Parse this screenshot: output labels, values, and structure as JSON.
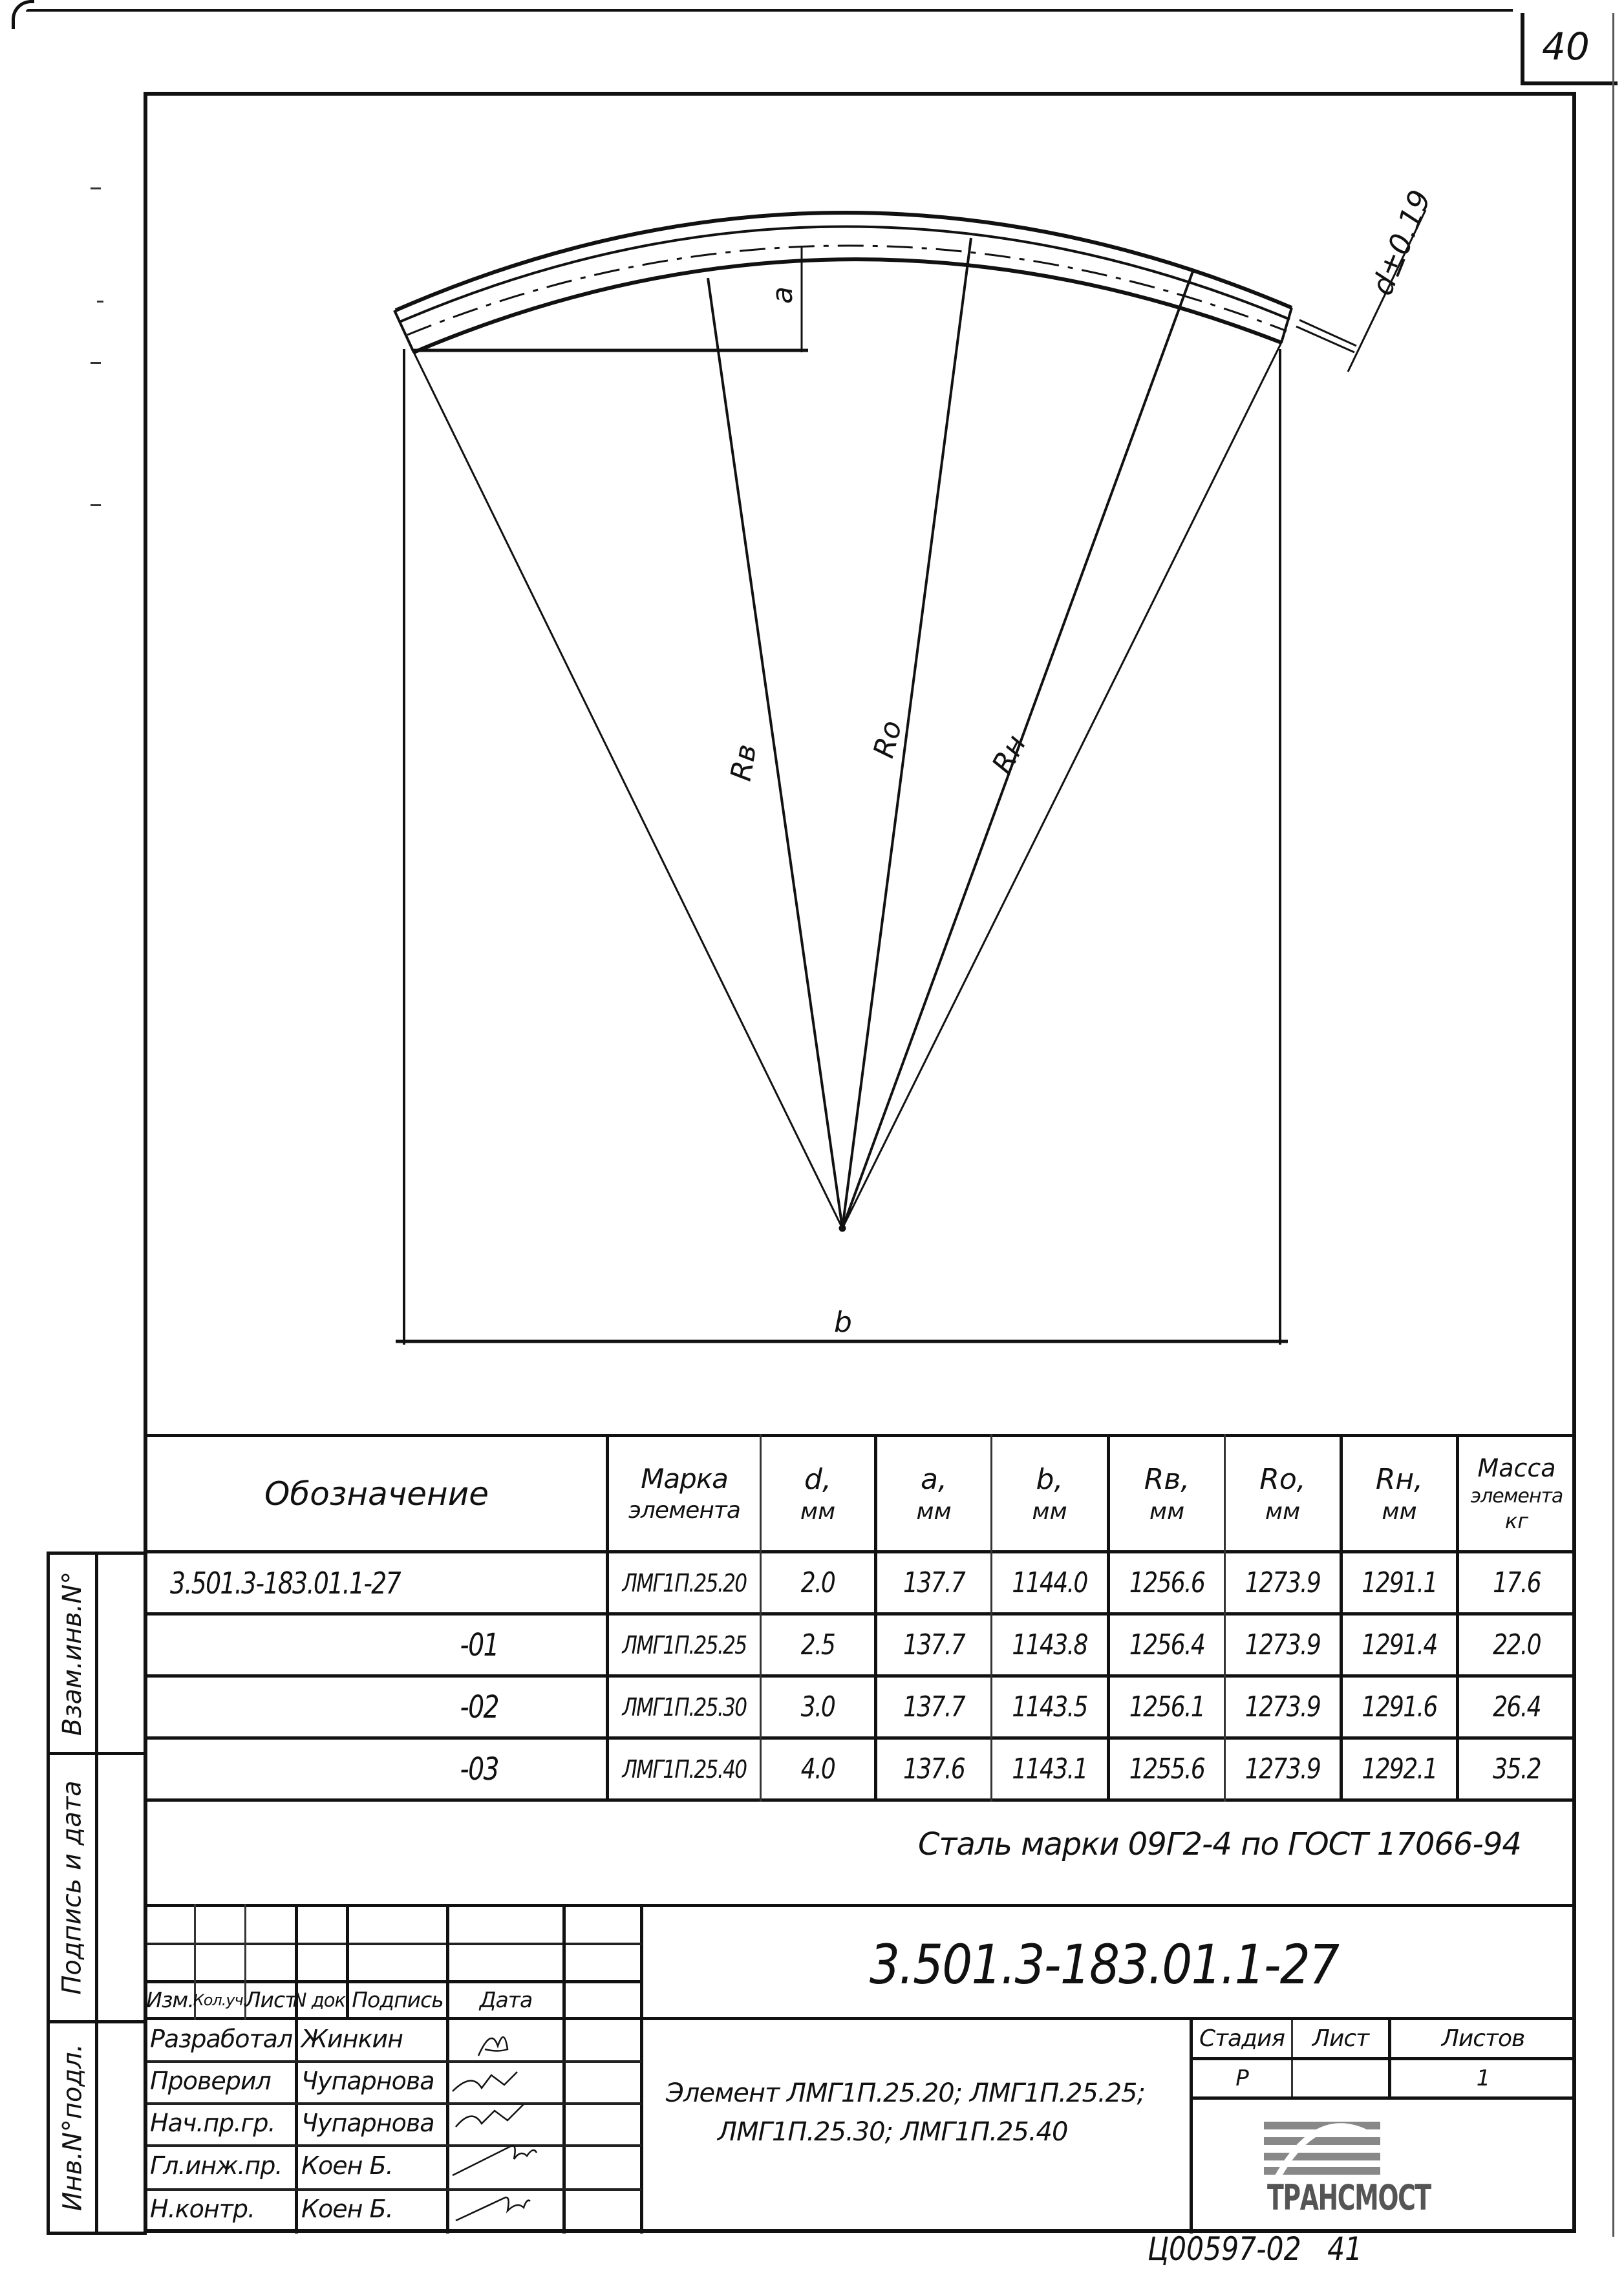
{
  "sheet": {
    "number": "40",
    "handwritten_footer": "Ц00597-02   41"
  },
  "drawing": {
    "labels": {
      "a": "a",
      "b": "b",
      "rv": "Rв",
      "ro": "Ro",
      "rn": "Rн",
      "thickness": "d±0.19"
    }
  },
  "table": {
    "headers": {
      "designation": "Обозначение",
      "mark_1": "Марка",
      "mark_2": "элемента",
      "d_1": "d,",
      "d_2": "мм",
      "a_1": "a,",
      "a_2": "мм",
      "b_1": "b,",
      "b_2": "мм",
      "rv_1": "Rв,",
      "rv_2": "мм",
      "ro_1": "Ro,",
      "ro_2": "мм",
      "rn_1": "Rн,",
      "rn_2": "мм",
      "mass_1": "Масса",
      "mass_2": "элемента",
      "mass_3": "кг"
    },
    "rows": [
      {
        "designation": "3.501.3-183.01.1-27",
        "mark": "ЛМГ1П.25.20",
        "d": "2.0",
        "a": "137.7",
        "b": "1144.0",
        "rv": "1256.6",
        "ro": "1273.9",
        "rn": "1291.1",
        "mass": "17.6"
      },
      {
        "designation": "-01",
        "mark": "ЛМГ1П.25.25",
        "d": "2.5",
        "a": "137.7",
        "b": "1143.8",
        "rv": "1256.4",
        "ro": "1273.9",
        "rn": "1291.4",
        "mass": "22.0"
      },
      {
        "designation": "-02",
        "mark": "ЛМГ1П.25.30",
        "d": "3.0",
        "a": "137.7",
        "b": "1143.5",
        "rv": "1256.1",
        "ro": "1273.9",
        "rn": "1291.6",
        "mass": "26.4"
      },
      {
        "designation": "-03",
        "mark": "ЛМГ1П.25.40",
        "d": "4.0",
        "a": "137.6",
        "b": "1143.1",
        "rv": "1255.6",
        "ro": "1273.9",
        "rn": "1292.1",
        "mass": "35.2"
      }
    ],
    "steel_note": "Сталь марки 09Г2-4 по ГОСТ 17066-94"
  },
  "title_block": {
    "doc_code": "3.501.3-183.01.1-27",
    "rev_headers": [
      "Изм.",
      "Кол.уч.",
      "Лист",
      "N док.",
      "Подпись",
      "Дата"
    ],
    "signatures": [
      {
        "role": "Разработал",
        "name": "Жинкин"
      },
      {
        "role": "Проверил",
        "name": "Чупарнова"
      },
      {
        "role": "Нач.пр.гр.",
        "name": "Чупарнова"
      },
      {
        "role": "Гл.инж.пр.",
        "name": "Коен Б."
      },
      {
        "role": "Н.контр.",
        "name": "Коен Б."
      }
    ],
    "title_line1": "Элемент  ЛМГ1П.25.20; ЛМГ1П.25.25;",
    "title_line2": "ЛМГ1П.25.30; ЛМГ1П.25.40",
    "stage_label": "Стадия",
    "sheet_label": "Лист",
    "sheets_label": "Листов",
    "stage_value": "Р",
    "sheet_value": "",
    "sheets_value": "1",
    "company_logo": "ТРАНСМОСТ"
  },
  "side_strip": {
    "inv_orig": "Инв.N°подл.",
    "sign_date": "Подпись и дата",
    "replace_inv": "Взам.инв.N°"
  }
}
